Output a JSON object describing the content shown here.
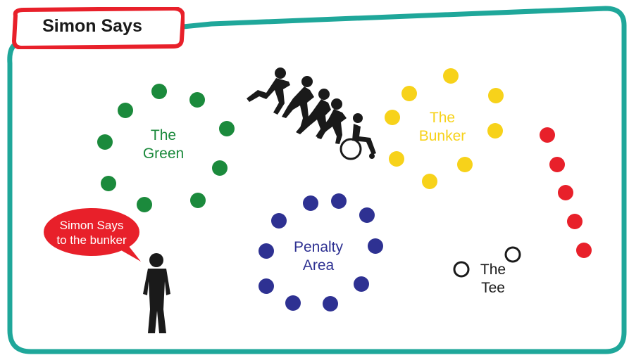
{
  "title": "Simon Says",
  "speech_bubble": {
    "line1": "Simon Says",
    "line2": "to the bunker"
  },
  "zones": {
    "green": {
      "line1": "The",
      "line2": "Green",
      "color": "#1b8a3c"
    },
    "bunker": {
      "line1": "The",
      "line2": "Bunker",
      "color": "#f7d21a"
    },
    "penalty": {
      "line1": "Penalty",
      "line2": "Area",
      "color": "#2e3192"
    },
    "tee": {
      "line1": "The",
      "line2": "Tee",
      "color": "#1a1a1a"
    },
    "red": {
      "color": "#e8202a"
    }
  },
  "colors": {
    "frame": "#1fa79a",
    "title_border": "#e8202a",
    "silhouette": "#1a1a1a"
  },
  "icons": {
    "runners": "running-children-icon",
    "wheelchair": "wheelchair-user-icon",
    "standing": "standing-child-icon"
  }
}
